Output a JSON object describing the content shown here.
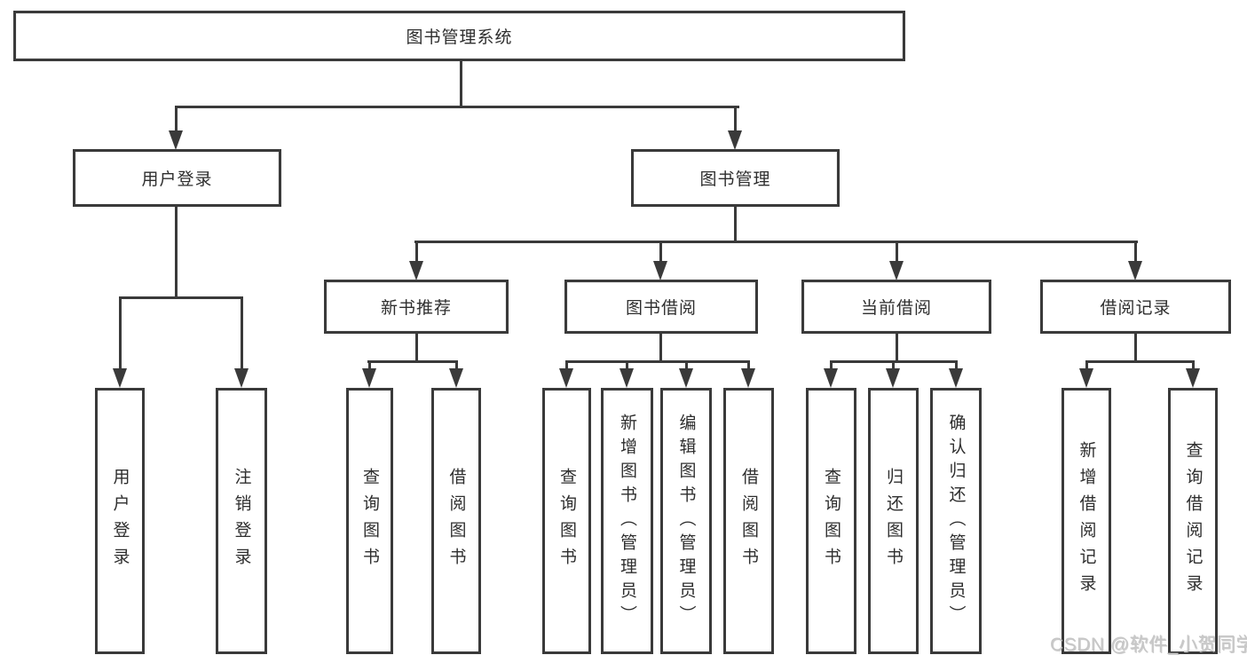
{
  "colors": {
    "line": "#3a3a3a",
    "box_border": "#3a3a3a",
    "text": "#2e2e2e",
    "background": "#ffffff",
    "watermark": "#c7c7c7"
  },
  "watermark": {
    "label": "CSDN @软件_小贺同学"
  },
  "tree": {
    "root": {
      "label": "图书管理系统"
    },
    "children": [
      {
        "label": "用户登录",
        "children": [
          {
            "label": "用户登录"
          },
          {
            "label": "注销登录"
          }
        ]
      },
      {
        "label": "图书管理",
        "children": [
          {
            "label": "新书推荐",
            "children": [
              {
                "label": "查询图书"
              },
              {
                "label": "借阅图书"
              }
            ]
          },
          {
            "label": "图书借阅",
            "children": [
              {
                "label": "查询图书"
              },
              {
                "label": "新增图书（管理员）"
              },
              {
                "label": "编辑图书（管理员）"
              },
              {
                "label": "借阅图书"
              }
            ]
          },
          {
            "label": "当前借阅",
            "children": [
              {
                "label": "查询图书"
              },
              {
                "label": "归还图书"
              },
              {
                "label": "确认归还（管理员）"
              }
            ]
          },
          {
            "label": "借阅记录",
            "children": [
              {
                "label": "新增借阅记录"
              },
              {
                "label": "查询借阅记录"
              }
            ]
          }
        ]
      }
    ]
  }
}
